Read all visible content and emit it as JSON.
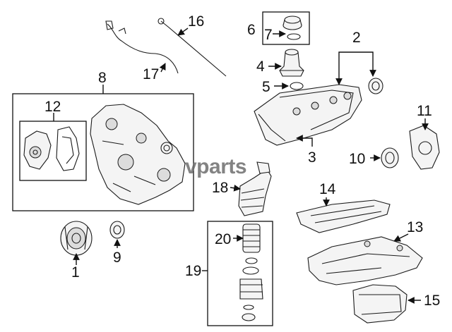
{
  "watermark": "vparts",
  "callouts": {
    "c1": "1",
    "c2": "2",
    "c3": "3",
    "c4": "4",
    "c5": "5",
    "c6": "6",
    "c7": "7",
    "c8": "8",
    "c9": "9",
    "c10": "10",
    "c11": "11",
    "c12": "12",
    "c13": "13",
    "c14": "14",
    "c15": "15",
    "c16": "16",
    "c17": "17",
    "c18": "18",
    "c19": "19",
    "c20": "20"
  },
  "colors": {
    "line": "#1a1a1a",
    "part_fill": "#f4f4f4",
    "watermark": "#6e6e6e"
  }
}
